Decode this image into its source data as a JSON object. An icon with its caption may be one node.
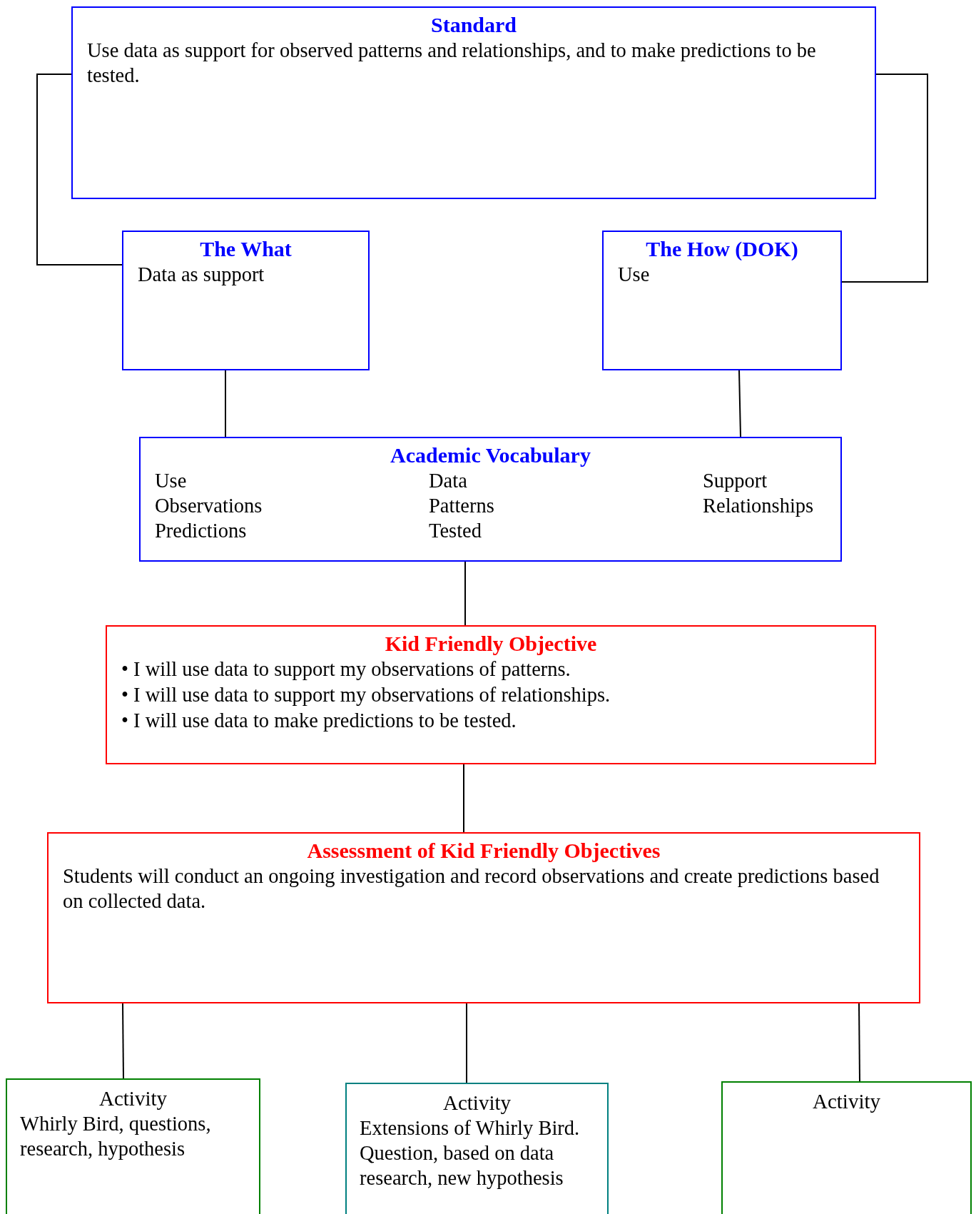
{
  "diagram": {
    "nodes": [
      {
        "text": [
          "Standard",
          "Use data as support for observed patterns and relationships, and to make predictions to be tested."
        ]
      },
      {
        "text": [
          "The What",
          "Data as support"
        ]
      },
      {
        "text": [
          "The How (DOK)",
          "Use"
        ]
      },
      {
        "text": [
          "Academic Vocabulary",
          "Use",
          "Data",
          "Support",
          "Observations",
          "Patterns",
          "Relationships",
          "Predictions",
          "Tested"
        ]
      },
      {
        "text": [
          "Kid Friendly Objective",
          "• I will use data to support my observations of patterns.",
          "• I will use data to support my observations of relationships.",
          "• I will use data to make predictions to be tested."
        ]
      },
      {
        "text": [
          "Assessment of Kid Friendly Objectives",
          "Students will conduct an ongoing investigation and record observations and create predictions based on collected data."
        ]
      },
      {
        "text": [
          "Activity",
          "Whirly Bird, questions, research, hypothesis"
        ]
      },
      {
        "text": [
          "Activity",
          "Extensions of Whirly Bird. Question, based on data research, new hypothesis"
        ]
      },
      {
        "text": [
          "Activity"
        ]
      }
    ],
    "edges": [
      {
        "from": 0,
        "to": 1,
        "arrow": "none"
      },
      {
        "from": 0,
        "to": 2,
        "arrow": "none"
      },
      {
        "from": 1,
        "to": 3,
        "arrow": "none"
      },
      {
        "from": 2,
        "to": 3,
        "arrow": "none"
      },
      {
        "from": 3,
        "to": 4,
        "arrow": "none"
      },
      {
        "from": 4,
        "to": 5,
        "arrow": "none"
      },
      {
        "from": 5,
        "to": 6,
        "arrow": "none"
      },
      {
        "from": 5,
        "to": 7,
        "arrow": "none"
      },
      {
        "from": 5,
        "to": 8,
        "arrow": "none"
      }
    ]
  }
}
